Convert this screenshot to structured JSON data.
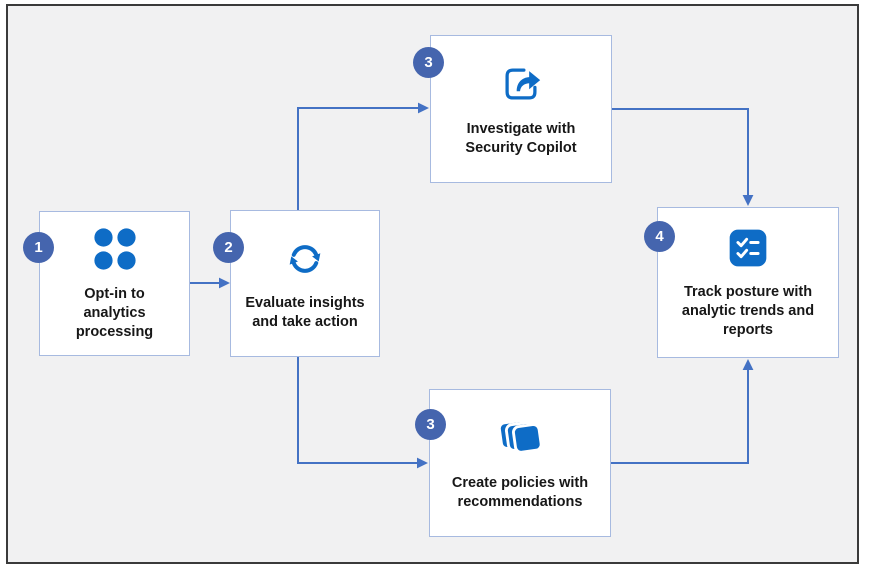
{
  "diagram": {
    "description": "Four-step flow diagram",
    "colors": {
      "canvas_bg": "#f1f1f2",
      "frame_border": "#3a3a3a",
      "box_bg": "#ffffff",
      "box_border": "#a7bae0",
      "connector": "#4472c4",
      "badge_bg": "#4565ae",
      "badge_text": "#ffffff",
      "icon_blue": "#0e6cc6",
      "label_text": "#171717"
    },
    "steps": [
      {
        "number": "1",
        "label": "Opt-in to\nanalytics\nprocessing",
        "icon": "apps-dots-icon"
      },
      {
        "number": "2",
        "label": "Evaluate insights\nand take action",
        "icon": "sync-arrows-icon"
      },
      {
        "number": "3",
        "label": "Investigate with\nSecurity Copilot",
        "icon": "share-arrow-icon"
      },
      {
        "number": "3",
        "label": "Create policies with\nrecommendations",
        "icon": "stacked-policies-icon"
      },
      {
        "number": "4",
        "label": "Track posture with\nanalytic trends and\nreports",
        "icon": "task-checklist-icon"
      }
    ]
  }
}
